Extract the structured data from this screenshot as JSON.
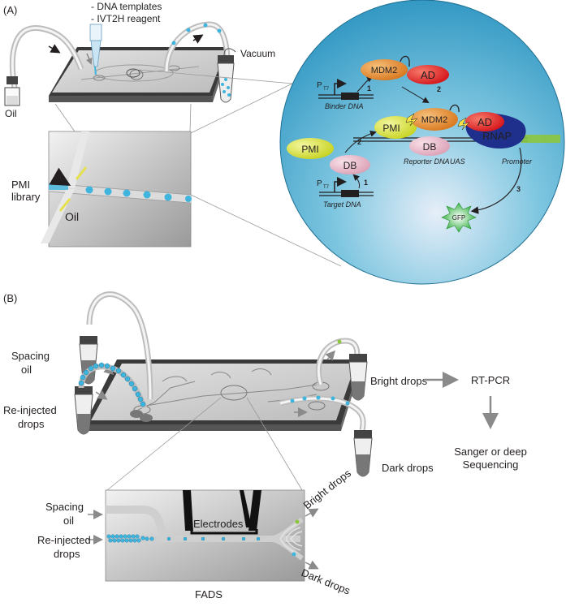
{
  "panelA": {
    "label": "(A)",
    "inputs_line1": "- DNA templates",
    "inputs_line2": "- IVT2H reagent",
    "vacuum": "Vacuum",
    "oil": "Oil",
    "pmi_line1": "PMI",
    "pmi_line2": "library",
    "inset_oil": "Oil",
    "circle": {
      "mdm2_top": "MDM2",
      "ad_top": "AD",
      "p_top": "P",
      "p_top_sub": "T7",
      "binder_dna": "Binder DNA",
      "num1_top": "1",
      "num2_right": "2",
      "pmi_center": "PMI",
      "mdm2_center": "MDM2",
      "ad_center": "AD",
      "rnap": "RNAP",
      "db_center": "DB",
      "reporter_dna": "Reporter DNA",
      "uas": "UAS",
      "promoter": "Promoter",
      "pmi_left": "PMI",
      "num2_left": "2",
      "db_left": "DB",
      "p_bottom": "P",
      "p_bottom_sub": "T7",
      "num1_bottom": "1",
      "target_dna": "Target DNA",
      "num3": "3",
      "gfp": "GFP"
    }
  },
  "panelB": {
    "label": "(B)",
    "spacing_oil_1": "Spacing",
    "spacing_oil_2": "oil",
    "reinjected_1": "Re-injected",
    "reinjected_2": "drops",
    "bright": "Bright drops",
    "dark": "Dark drops",
    "rtpcr": "RT-PCR",
    "seq_1": "Sanger or deep",
    "seq_2": "Sequencing",
    "inset": {
      "spacing_1": "Spacing",
      "spacing_2": "oil",
      "reinjected_1": "Re-injected",
      "reinjected_2": "drops",
      "electrodes": "Electrodes",
      "bright": "Bright drops",
      "dark": "Dark drops"
    },
    "fads": "FADS"
  },
  "colors": {
    "circle_blue": "#2a9fc9",
    "droplet": "#3fb4dd",
    "mdm2": "#e08a2c",
    "ad": "#e8262a",
    "pmi": "#d7e33a",
    "db": "#e8b7c9",
    "rnap": "#1e2f8c",
    "promoter": "#8cc63f"
  }
}
